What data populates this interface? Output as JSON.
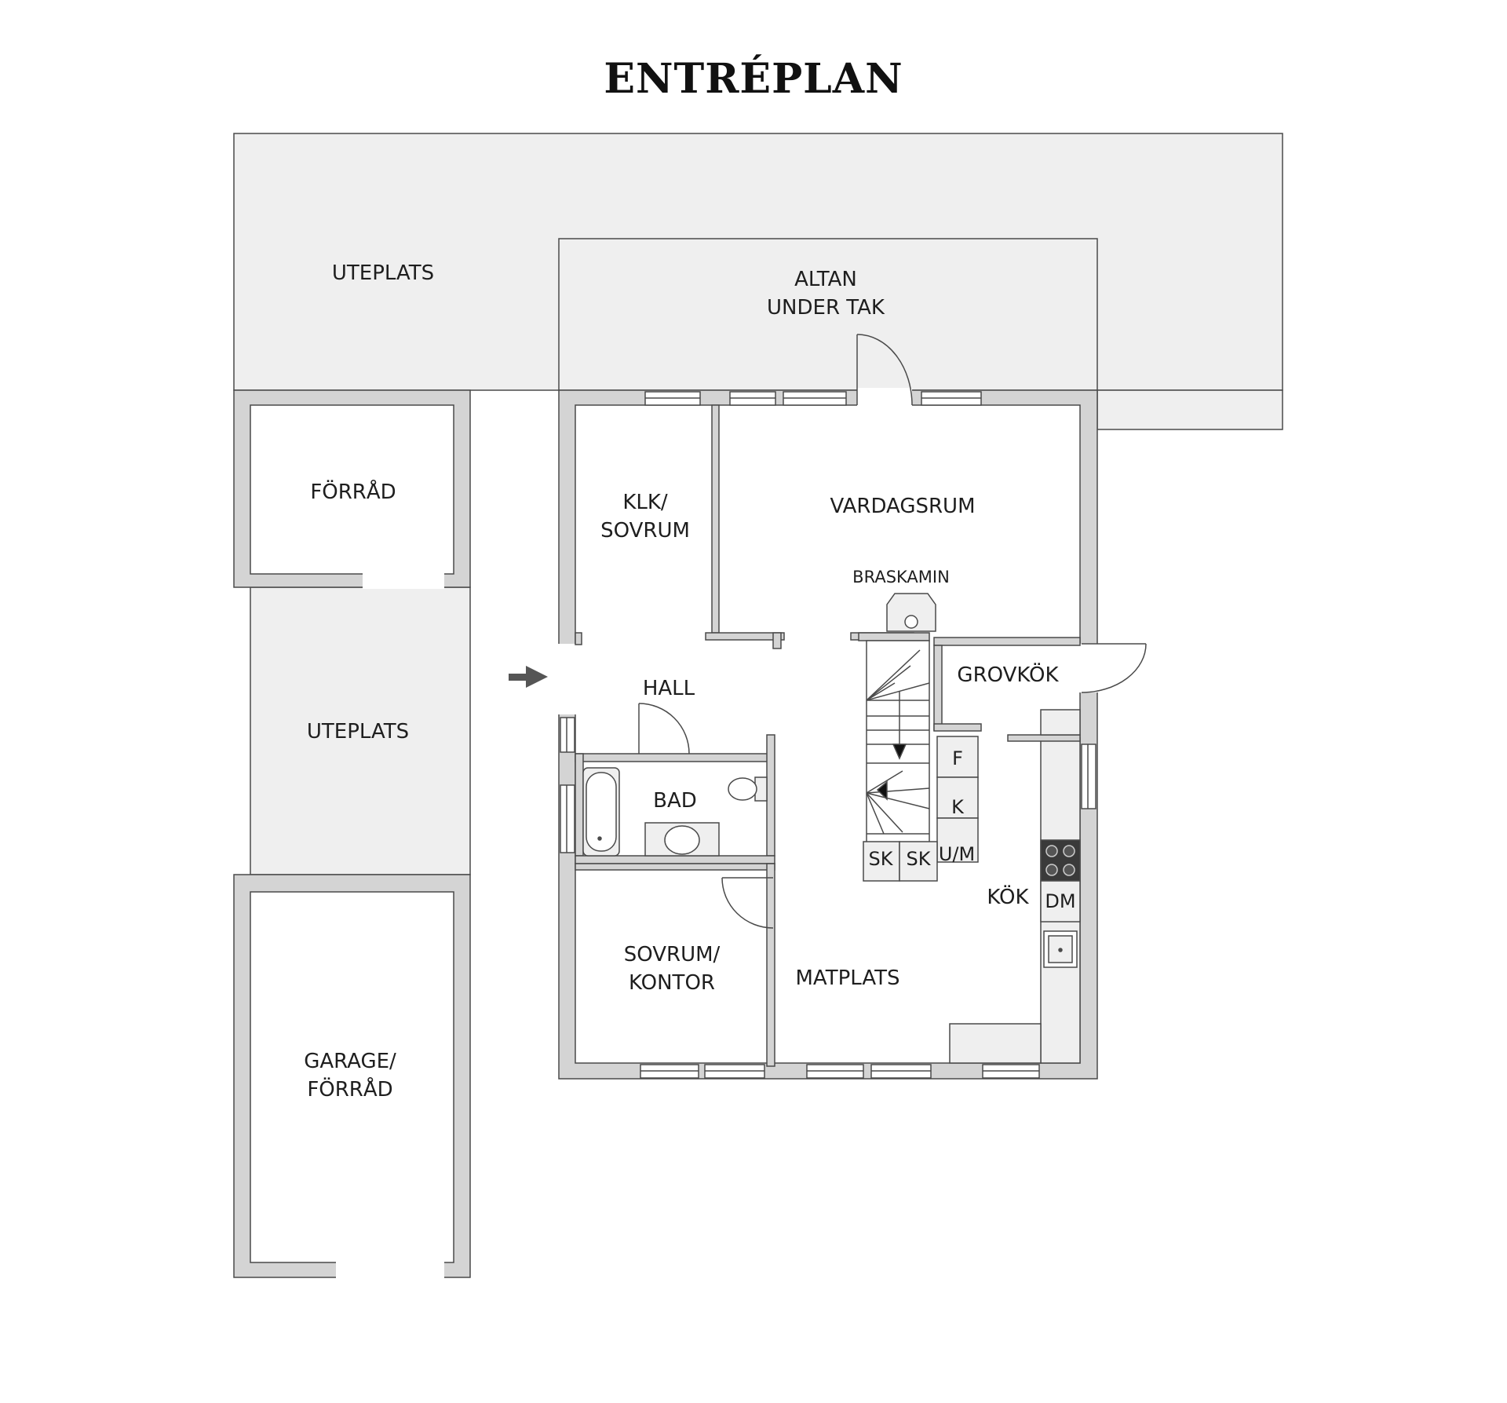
{
  "title": "ENTRÉPLAN",
  "rooms": {
    "uteplats_top": "UTEPLATS",
    "altan": "ALTAN\nUNDER TAK",
    "forrad": "FÖRRÅD",
    "klk_sovrum": "KLK/\nSOVRUM",
    "vardagsrum": "VARDAGSRUM",
    "braskamin": "BRASKAMIN",
    "grovkok": "GROVKÖK",
    "hall": "HALL",
    "uteplats_mid": "UTEPLATS",
    "bad": "BAD",
    "sovrum_kontor": "SOVRUM/\nKONTOR",
    "matplats": "MATPLATS",
    "kok": "KÖK",
    "garage_forrad": "GARAGE/\nFÖRRÅD"
  },
  "fixtures": {
    "f": "F",
    "k": "K",
    "um": "U/M",
    "sk1": "SK",
    "sk2": "SK",
    "dm": "DM"
  },
  "colors": {
    "wall": "#d4d4d4",
    "wall_outline": "#4a4a4a",
    "outdoor": "#efefef",
    "interior": "#ffffff",
    "text": "#1e1e1e"
  }
}
